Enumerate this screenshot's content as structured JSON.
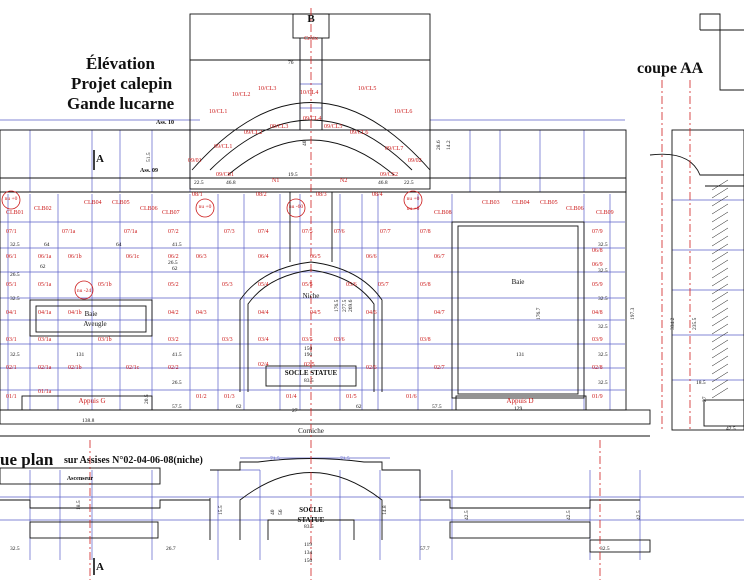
{
  "titles": {
    "elevation": [
      "Élévation",
      "Projet calepin",
      "Gande lucarne"
    ],
    "section": "coupe AA",
    "plan": "ue plan",
    "plan_note": "sur Assises N°02-04-06-08(niche)"
  },
  "labels": {
    "marker_b": "B",
    "marker_a": "A",
    "croix": "Croix",
    "ass10": "Ass. 10",
    "ass09": "Ass. 09",
    "niche": "Niche",
    "baie": "Baie",
    "baie_aveugle": [
      "Baie",
      "Aveugle"
    ],
    "socle_statue": "SOCLE STATUE",
    "plan_socle": [
      "SOCLE",
      "STATUE"
    ],
    "corniche": "Corniche",
    "appuis_g": "Appuis G",
    "appuis_d": "Appuis D",
    "ascenseur": "Ascenseur"
  },
  "arch_stones": [
    "10/CL1",
    "10/CL2",
    "10/CL3",
    "10/CL4",
    "10/CL5",
    "10/CL6",
    "09/CL1",
    "09/CL2",
    "09/CL3",
    "09/CL4",
    "09/CL5",
    "09/CL6",
    "09/CL7",
    "09/CS1",
    "09/CS2",
    "09/01",
    "09/02",
    "N1",
    "N2"
  ],
  "upper_stones": [
    "CLB01",
    "CLB02",
    "CLB04",
    "CLB05",
    "CLB06",
    "CLB07",
    "08/1",
    "08/2",
    "08/3",
    "08/4",
    "CLB08",
    "CLB03",
    "CLB04",
    "CLB05",
    "CLB06",
    "CLB09"
  ],
  "nu_tags": [
    "nu +0",
    "nu +0",
    "nu -60",
    "nu +0",
    "nu +0",
    "nu -24"
  ],
  "left_stones": [
    "07/1",
    "07/1a",
    "07/1a",
    "06/1",
    "06/1a",
    "06/1b",
    "06/1c",
    "05/1",
    "05/1a",
    "05/1b",
    "04/1",
    "04/1a",
    "04/1b",
    "03/1",
    "03/1a",
    "03/1b",
    "02/1",
    "02/1a",
    "02/1b",
    "02/1c",
    "01/1",
    "01/1a"
  ],
  "center_stones": [
    "07/2",
    "07/3",
    "07/4",
    "07/5",
    "07/6",
    "07/7",
    "07/8",
    "06/2",
    "06/3",
    "06/4",
    "06/5",
    "06/6",
    "06/7",
    "05/2",
    "05/3",
    "05/4",
    "05/5",
    "05/6",
    "05/7",
    "05/8",
    "04/2",
    "04/3",
    "04/4",
    "04/5",
    "04/6",
    "04/7",
    "03/2",
    "03/3",
    "03/4",
    "03/5",
    "03/6",
    "03/8",
    "02/2",
    "02/4",
    "02/5",
    "02/6",
    "02/7",
    "01/2",
    "01/3",
    "01/4",
    "01/5",
    "01/6"
  ],
  "right_stones": [
    "07/9",
    "06/8",
    "06/9",
    "05/9",
    "04/8",
    "03/9",
    "02/8",
    "01/9"
  ],
  "dims": {
    "d76": "76",
    "d19_5": "19.5",
    "d46_8a": "46.8",
    "d22_5a": "22.5",
    "d22_5b": "22.5",
    "d46_8b": "46.8",
    "d51_5": "51.5",
    "d40": "40",
    "d28_6": "28.6",
    "d14_2": "14.2",
    "d32_5a": "32.5",
    "d64a": "64",
    "d64b": "64",
    "d41_5a": "41.5",
    "d26_5a": "26.5",
    "d62a": "62",
    "d26_5b": "26.5",
    "d62b": "62",
    "d32_5b": "32.5",
    "d32_5c": "32.5",
    "d131a": "131",
    "d41_5b": "41.5",
    "d26_5c": "26.5",
    "d57_5a": "57.5",
    "d62c": "62",
    "d62d": "62",
    "d27a": "27",
    "d57_5b": "57.5",
    "d150": "150",
    "d190": "190",
    "d83_5": "83.5",
    "d176_5": "176.5",
    "d277_5": "277.5",
    "d269_6": "269.6",
    "d138_8": "138.8",
    "d129": "129",
    "d131b": "131",
    "d176_7": "176.7",
    "d197_3": "197.3",
    "d32_5d": "32.5",
    "d32_5e": "32.5",
    "d32_5f": "32.5",
    "d32_5g": "32.5",
    "d32_5h": "32.5",
    "d32_5i": "32.5",
    "d20_5": "20.5",
    "d334_2": "334.2",
    "d235_5": "235.5",
    "d27b": "27",
    "d42_5a": "42.5",
    "d18_5": "18.5",
    "p71_5a": "71.5",
    "p71_5b": "71.5",
    "p32_5a": "32.5",
    "p26_7": "26.7",
    "p18_5": "18.5",
    "p40": "40",
    "p56": "56",
    "p15_5": "15.5",
    "p83_5": "83.5",
    "p119": "119",
    "p134": "134",
    "p150": "150",
    "p57_7": "57.7",
    "p42_5a": "42.5",
    "p42_5b": "42.5",
    "p32_5b": "32.5",
    "p42_5c": "42.5",
    "p14_8": "14.8"
  },
  "colors": {
    "grid_blue": "#5a5fc8",
    "label_red": "#cc1a1a",
    "axis_red": "#d02020",
    "line_black": "#111111"
  }
}
